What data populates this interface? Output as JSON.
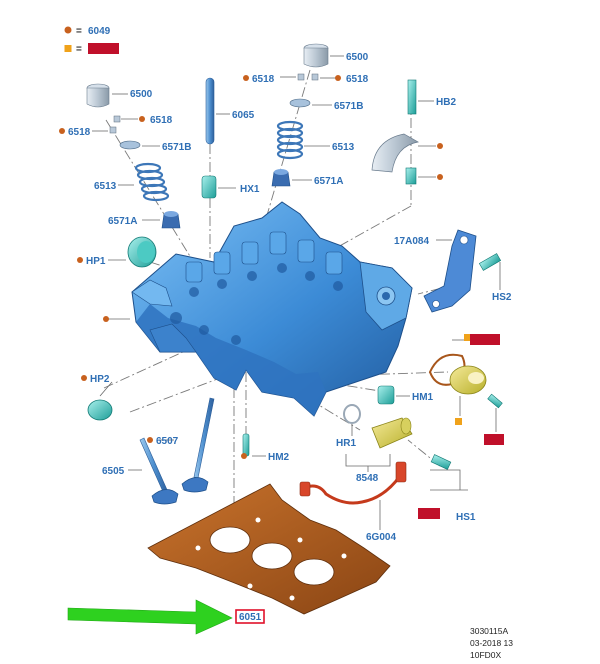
{
  "legend": [
    {
      "marker": "circle",
      "text": "6049",
      "redacted": false
    },
    {
      "marker": "square",
      "text": "",
      "redacted": true
    }
  ],
  "colors": {
    "label": "#2f6fb5",
    "circle_marker": "#c8611e",
    "square_marker": "#f0a21a",
    "head": "#3f8fd8",
    "gasket": "#a8561b",
    "arrow": "#2ed11f",
    "redact": "#c0102a"
  },
  "labels": {
    "l6500a": "6500",
    "l6500b": "6500",
    "l6518a": "6518",
    "l6518b": "6518",
    "l6518c": "6518",
    "l6518d": "6518",
    "l6065": "6065",
    "l6571Ba": "6571B",
    "l6571Bb": "6571B",
    "l6513a": "6513",
    "l6513b": "6513",
    "lHX1": "HX1",
    "l6571Aa": "6571A",
    "l6571Ab": "6571A",
    "lHB2": "HB2",
    "l17A084": "17A084",
    "lHP1": "HP1",
    "lHS2": "HS2",
    "lHP2": "HP2",
    "l6507": "6507",
    "l6505": "6505",
    "lHM1": "HM1",
    "lHR1": "HR1",
    "lHM2": "HM2",
    "l8548": "8548",
    "lHS1": "HS1",
    "l6G004": "6G004",
    "l6051": "6051"
  },
  "stamp": {
    "line1": "3030115A",
    "line2": "03-2018 13",
    "line3": "10FD0X"
  }
}
